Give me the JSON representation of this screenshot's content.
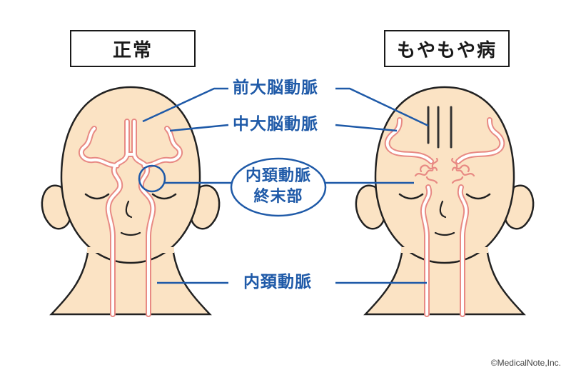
{
  "titles": {
    "normal": "正常",
    "moyamoya": "もやもや病"
  },
  "labels": {
    "aca": "前大脳動脈",
    "mca": "中大脳動脈",
    "terminal_line1": "内頚動脈",
    "terminal_line2": "終末部",
    "ica": "内頚動脈"
  },
  "copyright": "©MedicalNote,Inc.",
  "colors": {
    "skin": "#fbe3c4",
    "outline": "#222222",
    "artery_fill": "#ffffff",
    "artery_stroke": "#e88a84",
    "label_blue": "#1f5aa8"
  }
}
